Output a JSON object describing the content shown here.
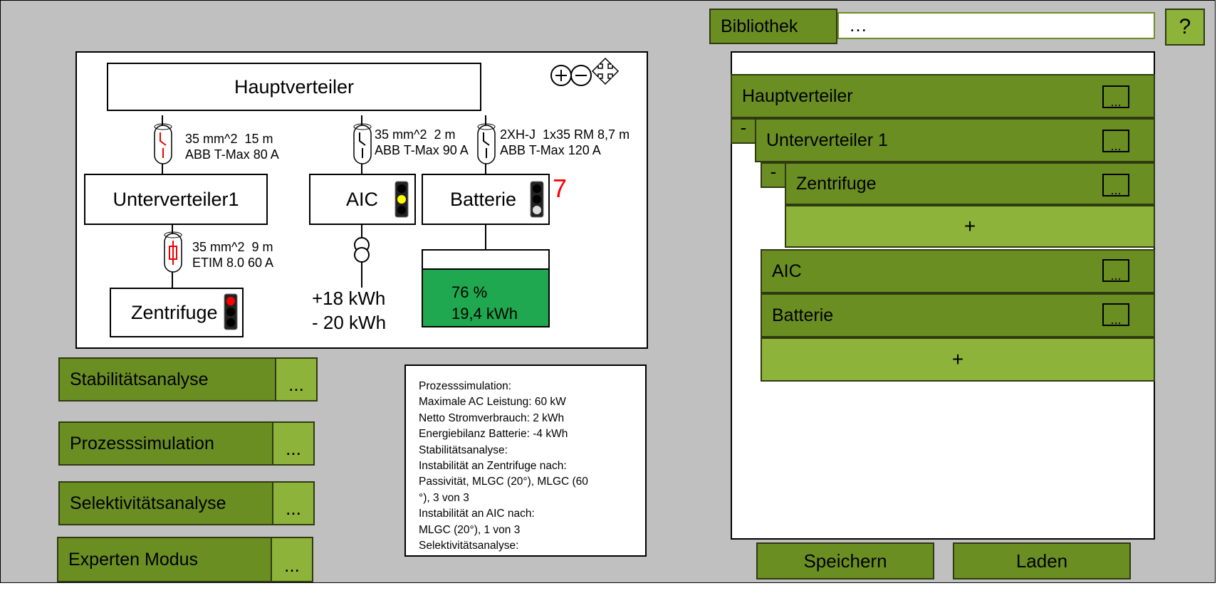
{
  "library": {
    "label": "Bibliothek",
    "search_value": "…",
    "help_label": "?",
    "rows": [
      {
        "label": "Hauptverteiler",
        "dots": "..."
      },
      {
        "label": "Unterverteiler 1",
        "dots": "...",
        "toggle": "-"
      },
      {
        "label": "Zentrifuge",
        "dots": "...",
        "toggle": "-"
      },
      {
        "label": "AIC",
        "dots": "..."
      },
      {
        "label": "Batterie",
        "dots": "..."
      }
    ],
    "add_label_inner": "+",
    "add_label_outer": "+"
  },
  "diagram": {
    "zoom_in": "+",
    "zoom_out": "-",
    "main": "Hauptverteiler",
    "sub1": "Unterverteiler1",
    "aic": "AIC",
    "battery": "Batterie",
    "battery_count": "7",
    "centrifuge": "Zentrifuge",
    "cable1": "35 mm^2  15 m\nABB T-Max 80 A",
    "cable2": "35 mm^2  2 m\nABB T-Max 90 A",
    "cable3": "2XH-J  1x35 RM 8,7 m\nABB T-Max 120 A",
    "cable4": "35 mm^2  9 m\nETIM 8.0 60 A",
    "energy_in": "+18 kWh",
    "energy_out": "- 20 kWh",
    "battery_percent_label": "76 %",
    "battery_percent": 76,
    "battery_energy": "19,4 kWh"
  },
  "actions": [
    {
      "label": "Stabilitätsanalyse",
      "dots": "..."
    },
    {
      "label": "Prozesssimulation",
      "dots": "..."
    },
    {
      "label": "Selektivitätsanalyse",
      "dots": "..."
    },
    {
      "label": "Experten Modus",
      "dots": "..."
    }
  ],
  "results": [
    "Prozesssimulation:",
    "Maximale AC Leistung: 60 kW",
    "Netto Stromverbrauch: 2 kWh",
    "Energiebilanz Batterie: -4 kWh",
    "Stabilitätsanalyse:",
    "Instabilität an Zentrifuge nach:",
    "Passivität, MLGC (20°), MLGC (60",
    "°), 3 von 3",
    "Instabilität an AIC nach:",
    "MLGC (20°), 1 von 3",
    "Selektivitätsanalyse:"
  ],
  "footer": {
    "save": "Speichern",
    "load": "Laden"
  },
  "colors": {
    "dark_green": "#6b8e23",
    "light_green": "#8db33a",
    "battery_fill": "#1fa84f",
    "alert_red": "#ff0000",
    "traffic_yellow": "#ffff00"
  }
}
